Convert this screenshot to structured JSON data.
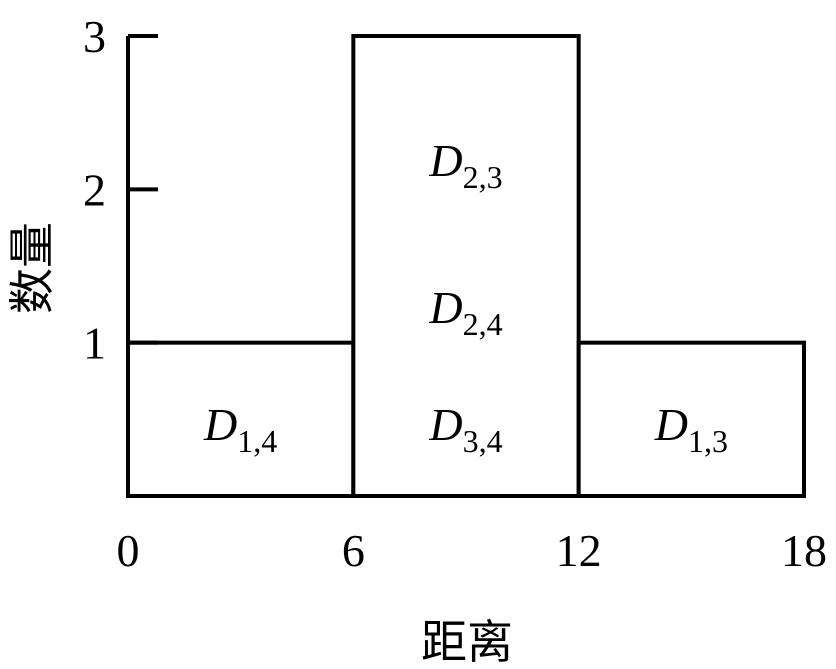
{
  "chart_data": {
    "type": "bar",
    "xlabel": "距离",
    "ylabel": "数量",
    "xlim": [
      0,
      18
    ],
    "ylim": [
      0,
      3
    ],
    "x_ticks": [
      "0",
      "6",
      "12",
      "18"
    ],
    "y_ticks": [
      "1",
      "2",
      "3"
    ],
    "bins": [
      {
        "x0": 0,
        "x1": 6,
        "value": 1,
        "items": [
          {
            "base": "D",
            "sub": "1,4"
          }
        ]
      },
      {
        "x0": 6,
        "x1": 12,
        "value": 3,
        "items": [
          {
            "base": "D",
            "sub": "3,4"
          },
          {
            "base": "D",
            "sub": "2,4"
          },
          {
            "base": "D",
            "sub": "2,3"
          }
        ]
      },
      {
        "x0": 12,
        "x1": 18,
        "value": 1,
        "items": [
          {
            "base": "D",
            "sub": "1,3"
          }
        ]
      }
    ],
    "grid": false,
    "colors": {
      "stroke": "#000000",
      "fill": "#ffffff"
    }
  }
}
